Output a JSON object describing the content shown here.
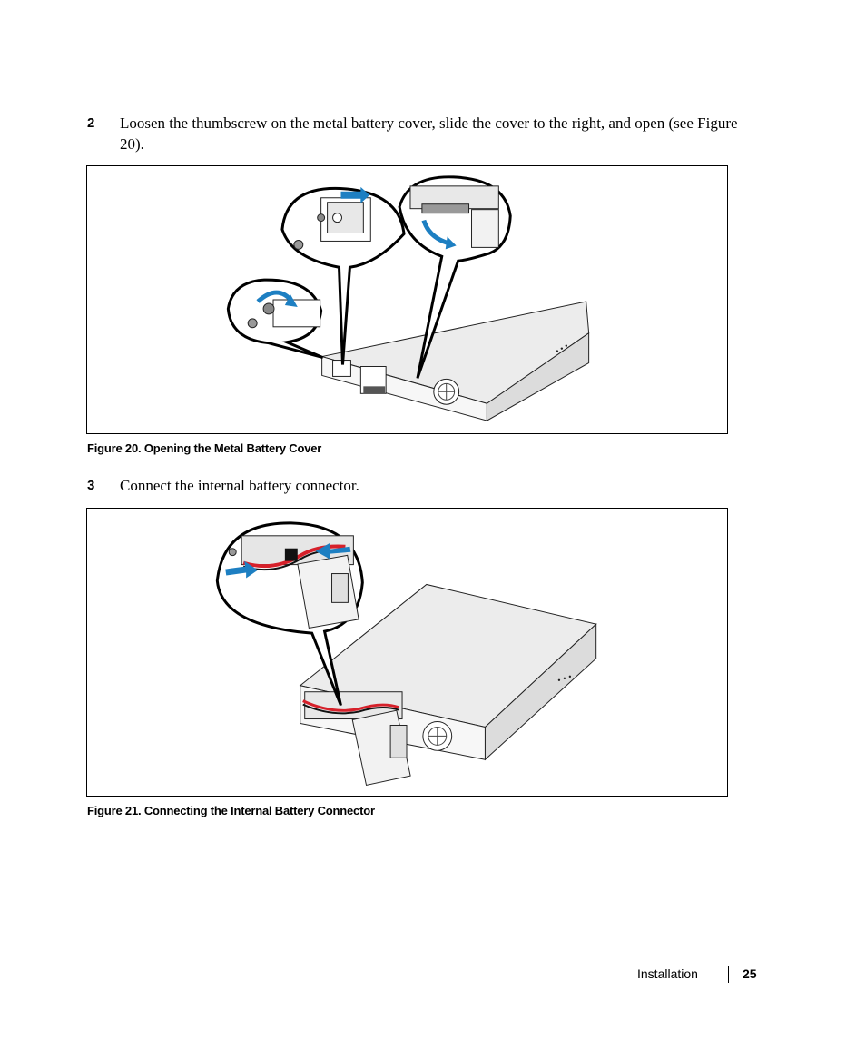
{
  "steps": [
    {
      "number": "2",
      "text": "Loosen the thumbscrew on the metal battery cover, slide the cover to the right, and open (see Figure 20)."
    },
    {
      "number": "3",
      "text": "Connect the internal battery connector."
    }
  ],
  "figures": [
    {
      "caption": "Figure 20. Opening the Metal Battery Cover"
    },
    {
      "caption": "Figure 21. Connecting the Internal Battery Connector"
    }
  ],
  "footer": {
    "section": "Installation",
    "page_number": "25"
  },
  "colors": {
    "arrow": "#1d7fc2",
    "cable": "#d6202a",
    "unit_top": "#ececec",
    "unit_side": "#f7f7f7"
  }
}
